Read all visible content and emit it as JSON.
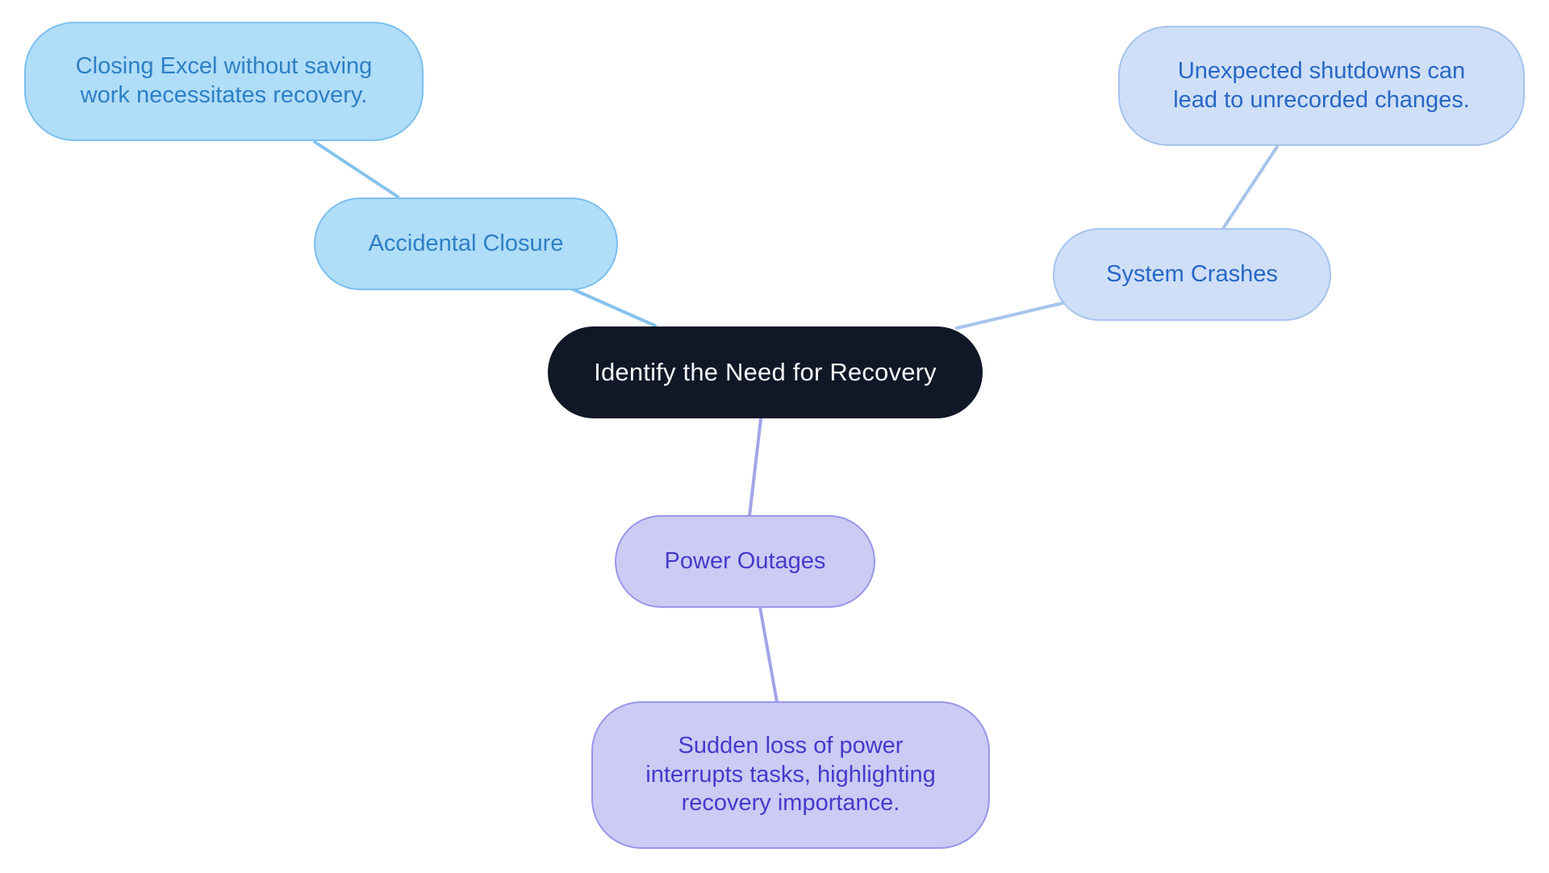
{
  "diagram": {
    "type": "mindmap",
    "center": {
      "label": "Identify the Need for Recovery"
    },
    "branches": [
      {
        "label": "Accidental Closure",
        "leaf": "Closing Excel without saving\nwork necessitates recovery."
      },
      {
        "label": "System Crashes",
        "leaf": "Unexpected shutdowns can\nlead to unrecorded changes."
      },
      {
        "label": "Power Outages",
        "leaf": "Sudden loss of power\ninterrupts tasks, highlighting\nrecovery importance."
      }
    ]
  },
  "colors": {
    "center_fill": "#101828",
    "center_text": "#f5f7fa",
    "blue_fill": "#b0ddf8",
    "blue_border": "#7cc0ee",
    "blue_text": "#2e7fc5",
    "edge_blue": "#85c2ee",
    "periwinkle_fill": "#cfdff7",
    "periwinkle_border": "#a6c3ed",
    "periwinkle_text": "#2767c5",
    "edge_periwinkle": "#a6c4ec",
    "lavender_fill": "#cbcbf4",
    "lavender_border": "#9a96e9",
    "lavender_text": "#4739cb",
    "edge_lavender": "#a2a4e8"
  }
}
